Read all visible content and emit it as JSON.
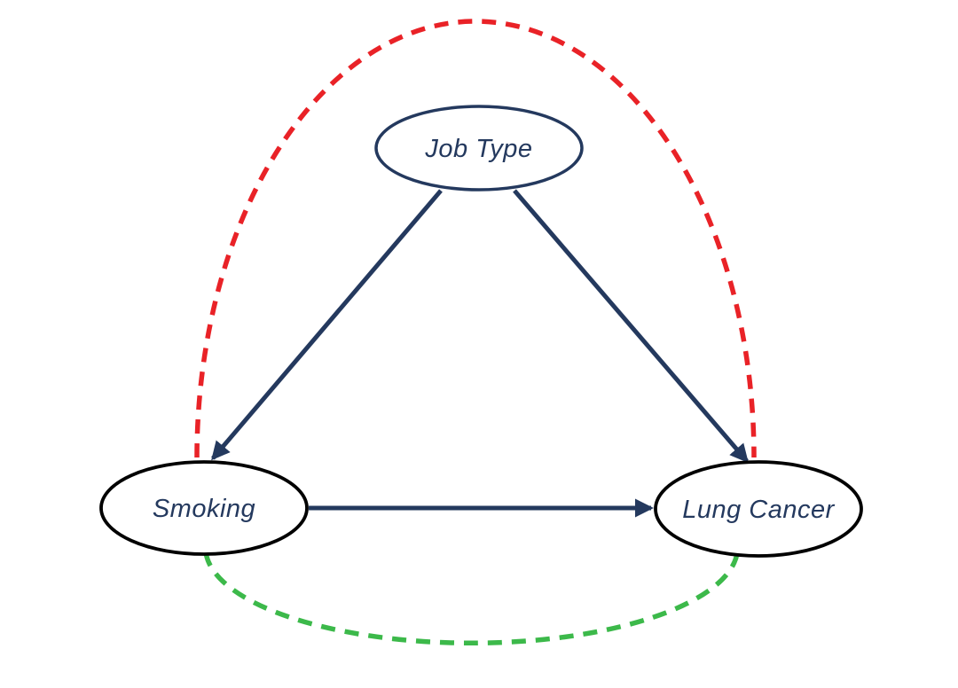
{
  "diagram": {
    "type": "causal-dag",
    "palette": {
      "navy": "#24395E",
      "black": "#000000",
      "red": "#E92227",
      "green": "#3CB94A",
      "background": "#FFFFFF"
    },
    "nodes": [
      {
        "id": "job-type",
        "label": "Job Type",
        "shape": "ellipse",
        "border_color": "#24395E",
        "text_color": "#24395E"
      },
      {
        "id": "smoking",
        "label": "Smoking",
        "shape": "ellipse",
        "border_color": "#000000",
        "text_color": "#24395E"
      },
      {
        "id": "lung-cancer",
        "label": "Lung Cancer",
        "shape": "ellipse",
        "border_color": "#000000",
        "text_color": "#24395E"
      }
    ],
    "edges": [
      {
        "from": "Job Type",
        "to": "Smoking",
        "style": "solid-arrow",
        "color": "#24395E"
      },
      {
        "from": "Job Type",
        "to": "Lung Cancer",
        "style": "solid-arrow",
        "color": "#24395E"
      },
      {
        "from": "Smoking",
        "to": "Lung Cancer",
        "style": "solid-arrow",
        "color": "#24395E"
      },
      {
        "from": "Smoking",
        "to": "Lung Cancer",
        "style": "dashed-arc-over-top",
        "color": "#E92227"
      },
      {
        "from": "Smoking",
        "to": "Lung Cancer",
        "style": "dashed-arc-under-bottom",
        "color": "#3CB94A"
      }
    ]
  }
}
